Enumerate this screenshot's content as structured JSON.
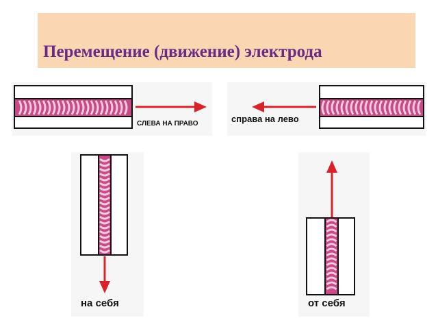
{
  "title": "Перемещение (движение) электрода",
  "diagrams": {
    "left_to_right": {
      "label": "СЛЕВА НА ПРАВО"
    },
    "right_to_left": {
      "label": "справа на лево"
    },
    "toward_self": {
      "label": "на себя"
    },
    "away_from_self": {
      "label": "от себя"
    }
  },
  "colors": {
    "title_bg": "#fbd6b3",
    "title_text": "#6a2b86",
    "arrow": "#d9232a",
    "bead": "#b03a78"
  }
}
